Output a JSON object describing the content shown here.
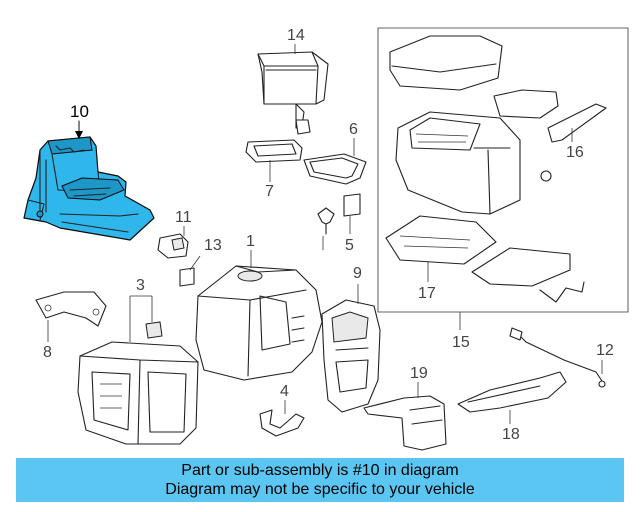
{
  "callouts": {
    "c1": "1",
    "c3": "3",
    "c4": "4",
    "c5": "5",
    "c6": "6",
    "c7": "7",
    "c8": "8",
    "c9": "9",
    "c10": "10",
    "c11": "11",
    "c12": "12",
    "c13": "13",
    "c14": "14",
    "c15": "15",
    "c16": "16",
    "c17": "17",
    "c18": "18",
    "c19": "19"
  },
  "highlighted_part": "10",
  "colors": {
    "highlight": "#2fb6ea",
    "banner": "#5bc6f2"
  },
  "banner": {
    "line1": "Part or sub-assembly is #10 in diagram",
    "line2": "Diagram may not be specific to your vehicle"
  }
}
